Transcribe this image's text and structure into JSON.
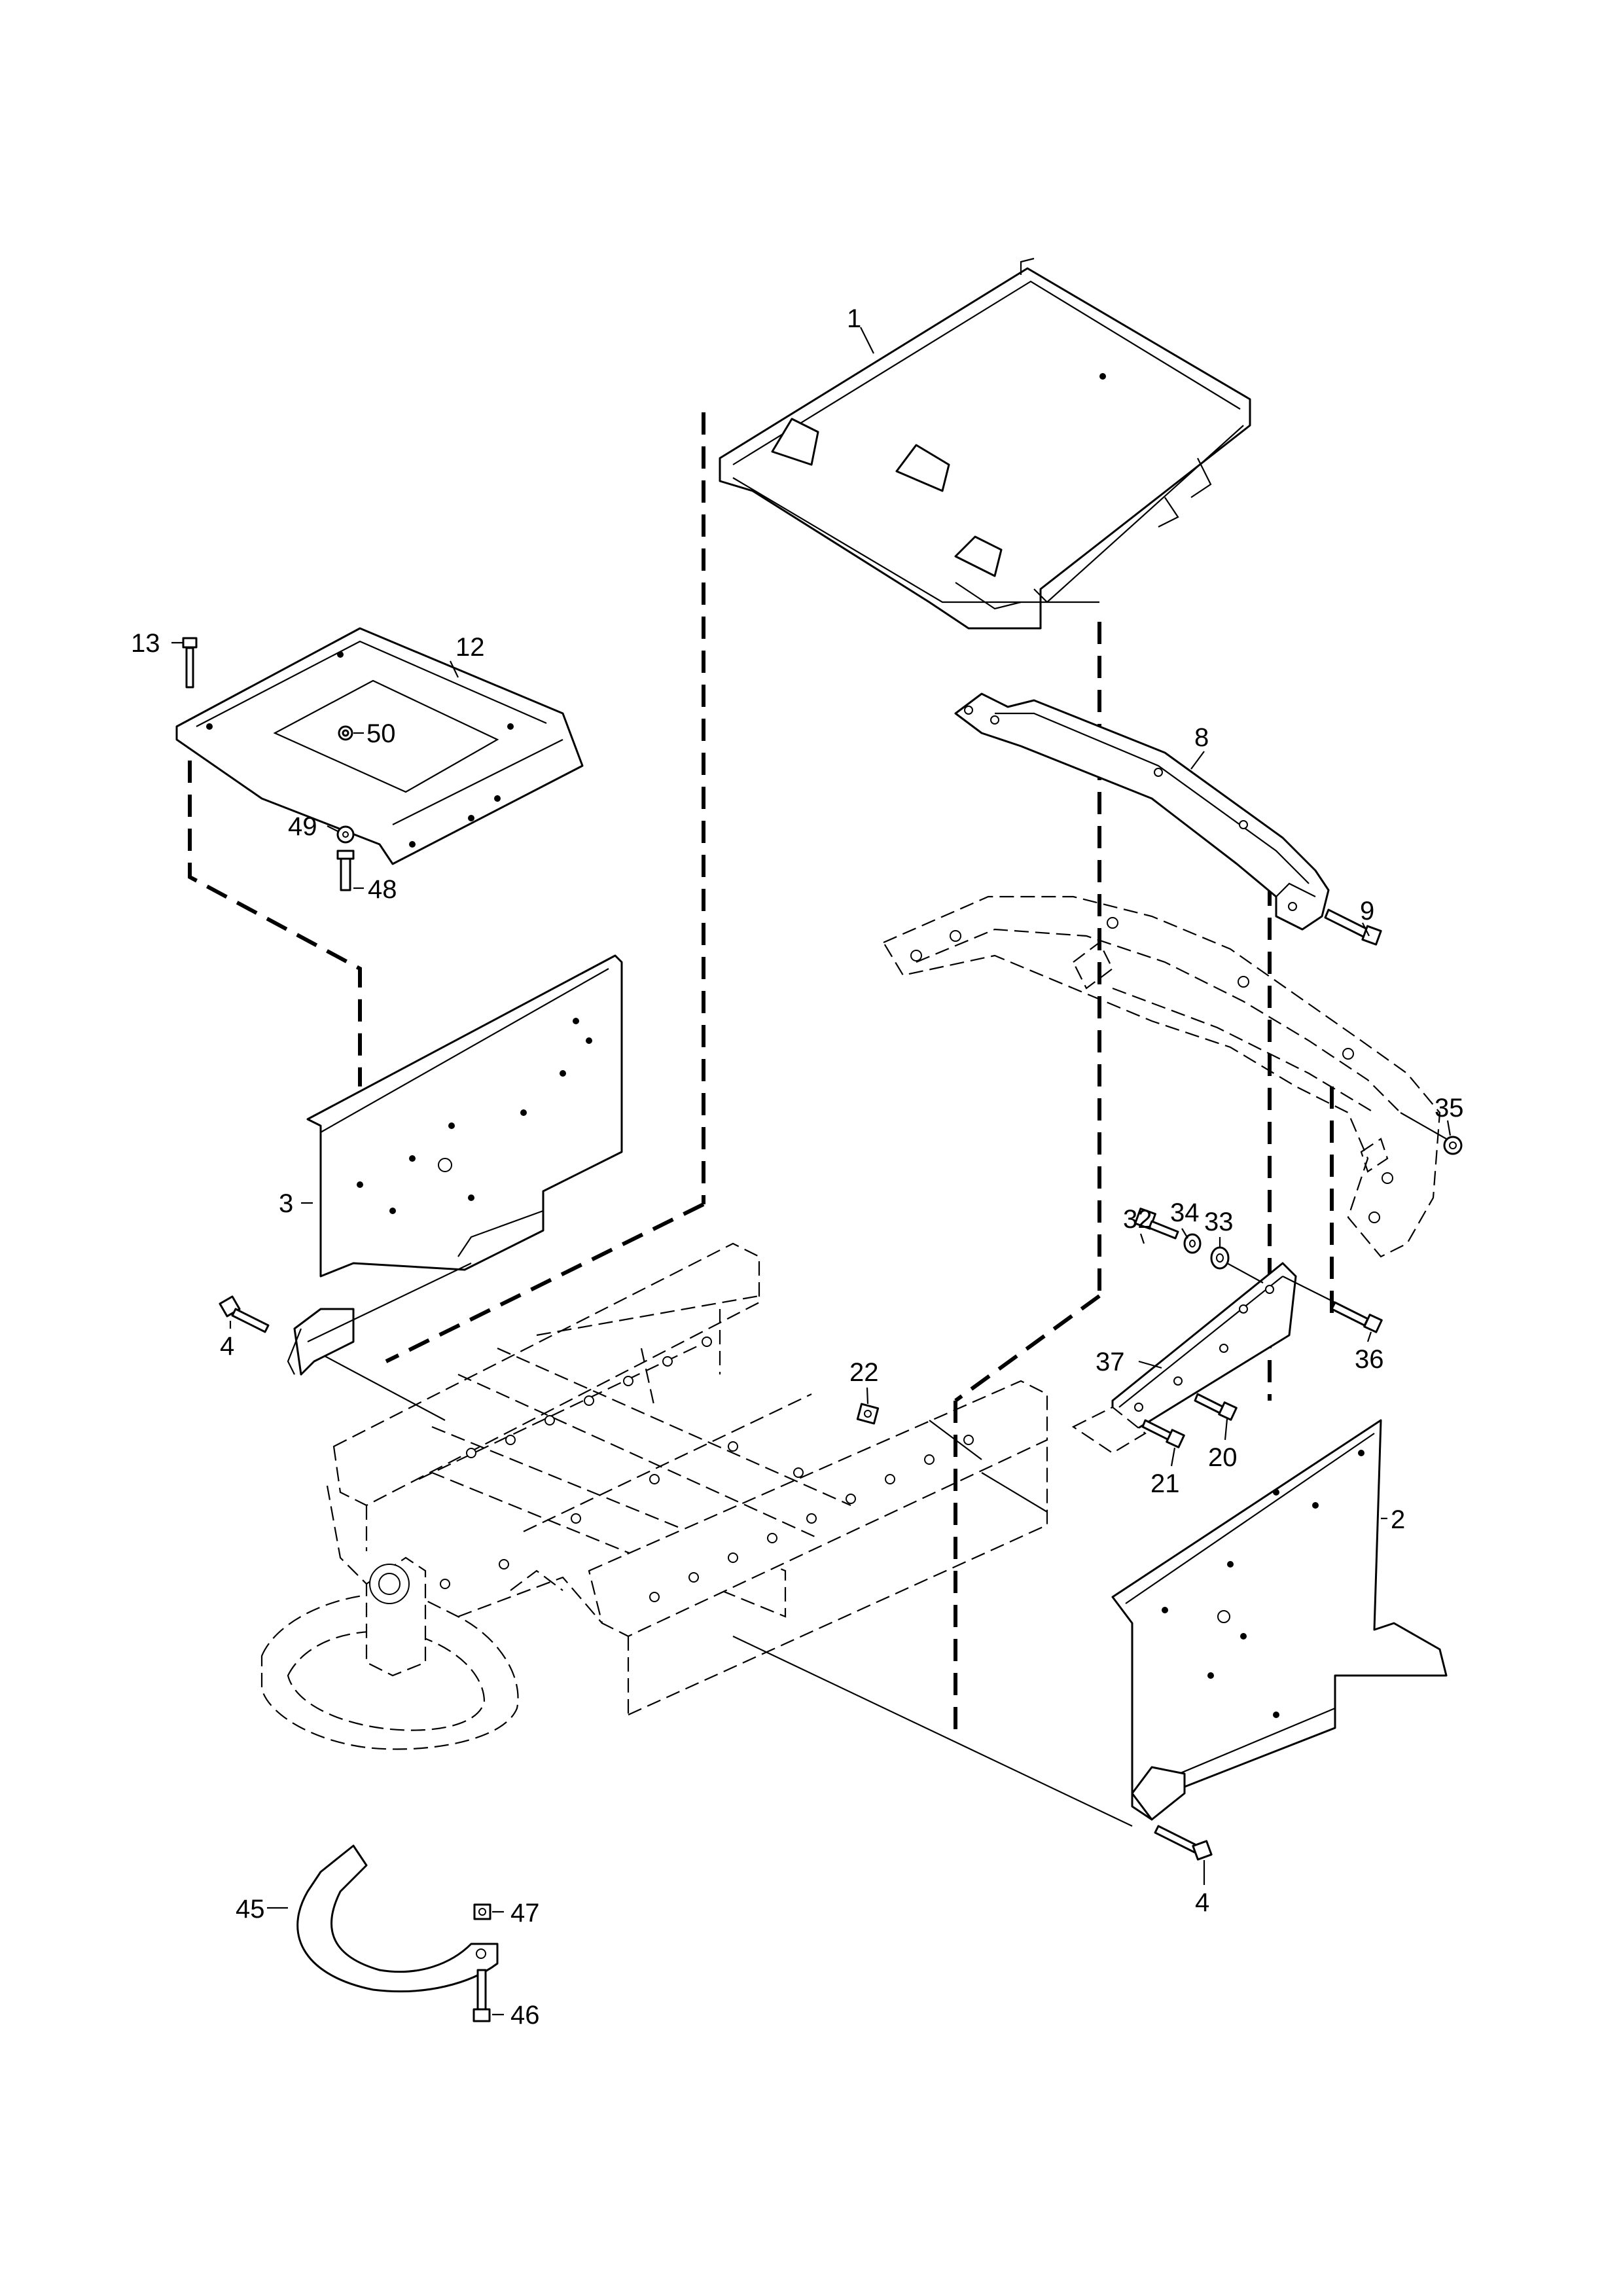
{
  "diagram": {
    "type": "exploded-parts-diagram",
    "colors": {
      "ink": "#000000",
      "paper": "#ffffff"
    },
    "callouts": [
      "1",
      "2",
      "3",
      "4",
      "4",
      "8",
      "9",
      "12",
      "13",
      "20",
      "21",
      "22",
      "32",
      "33",
      "34",
      "35",
      "36",
      "37",
      "45",
      "46",
      "47",
      "48",
      "49",
      "50"
    ]
  }
}
